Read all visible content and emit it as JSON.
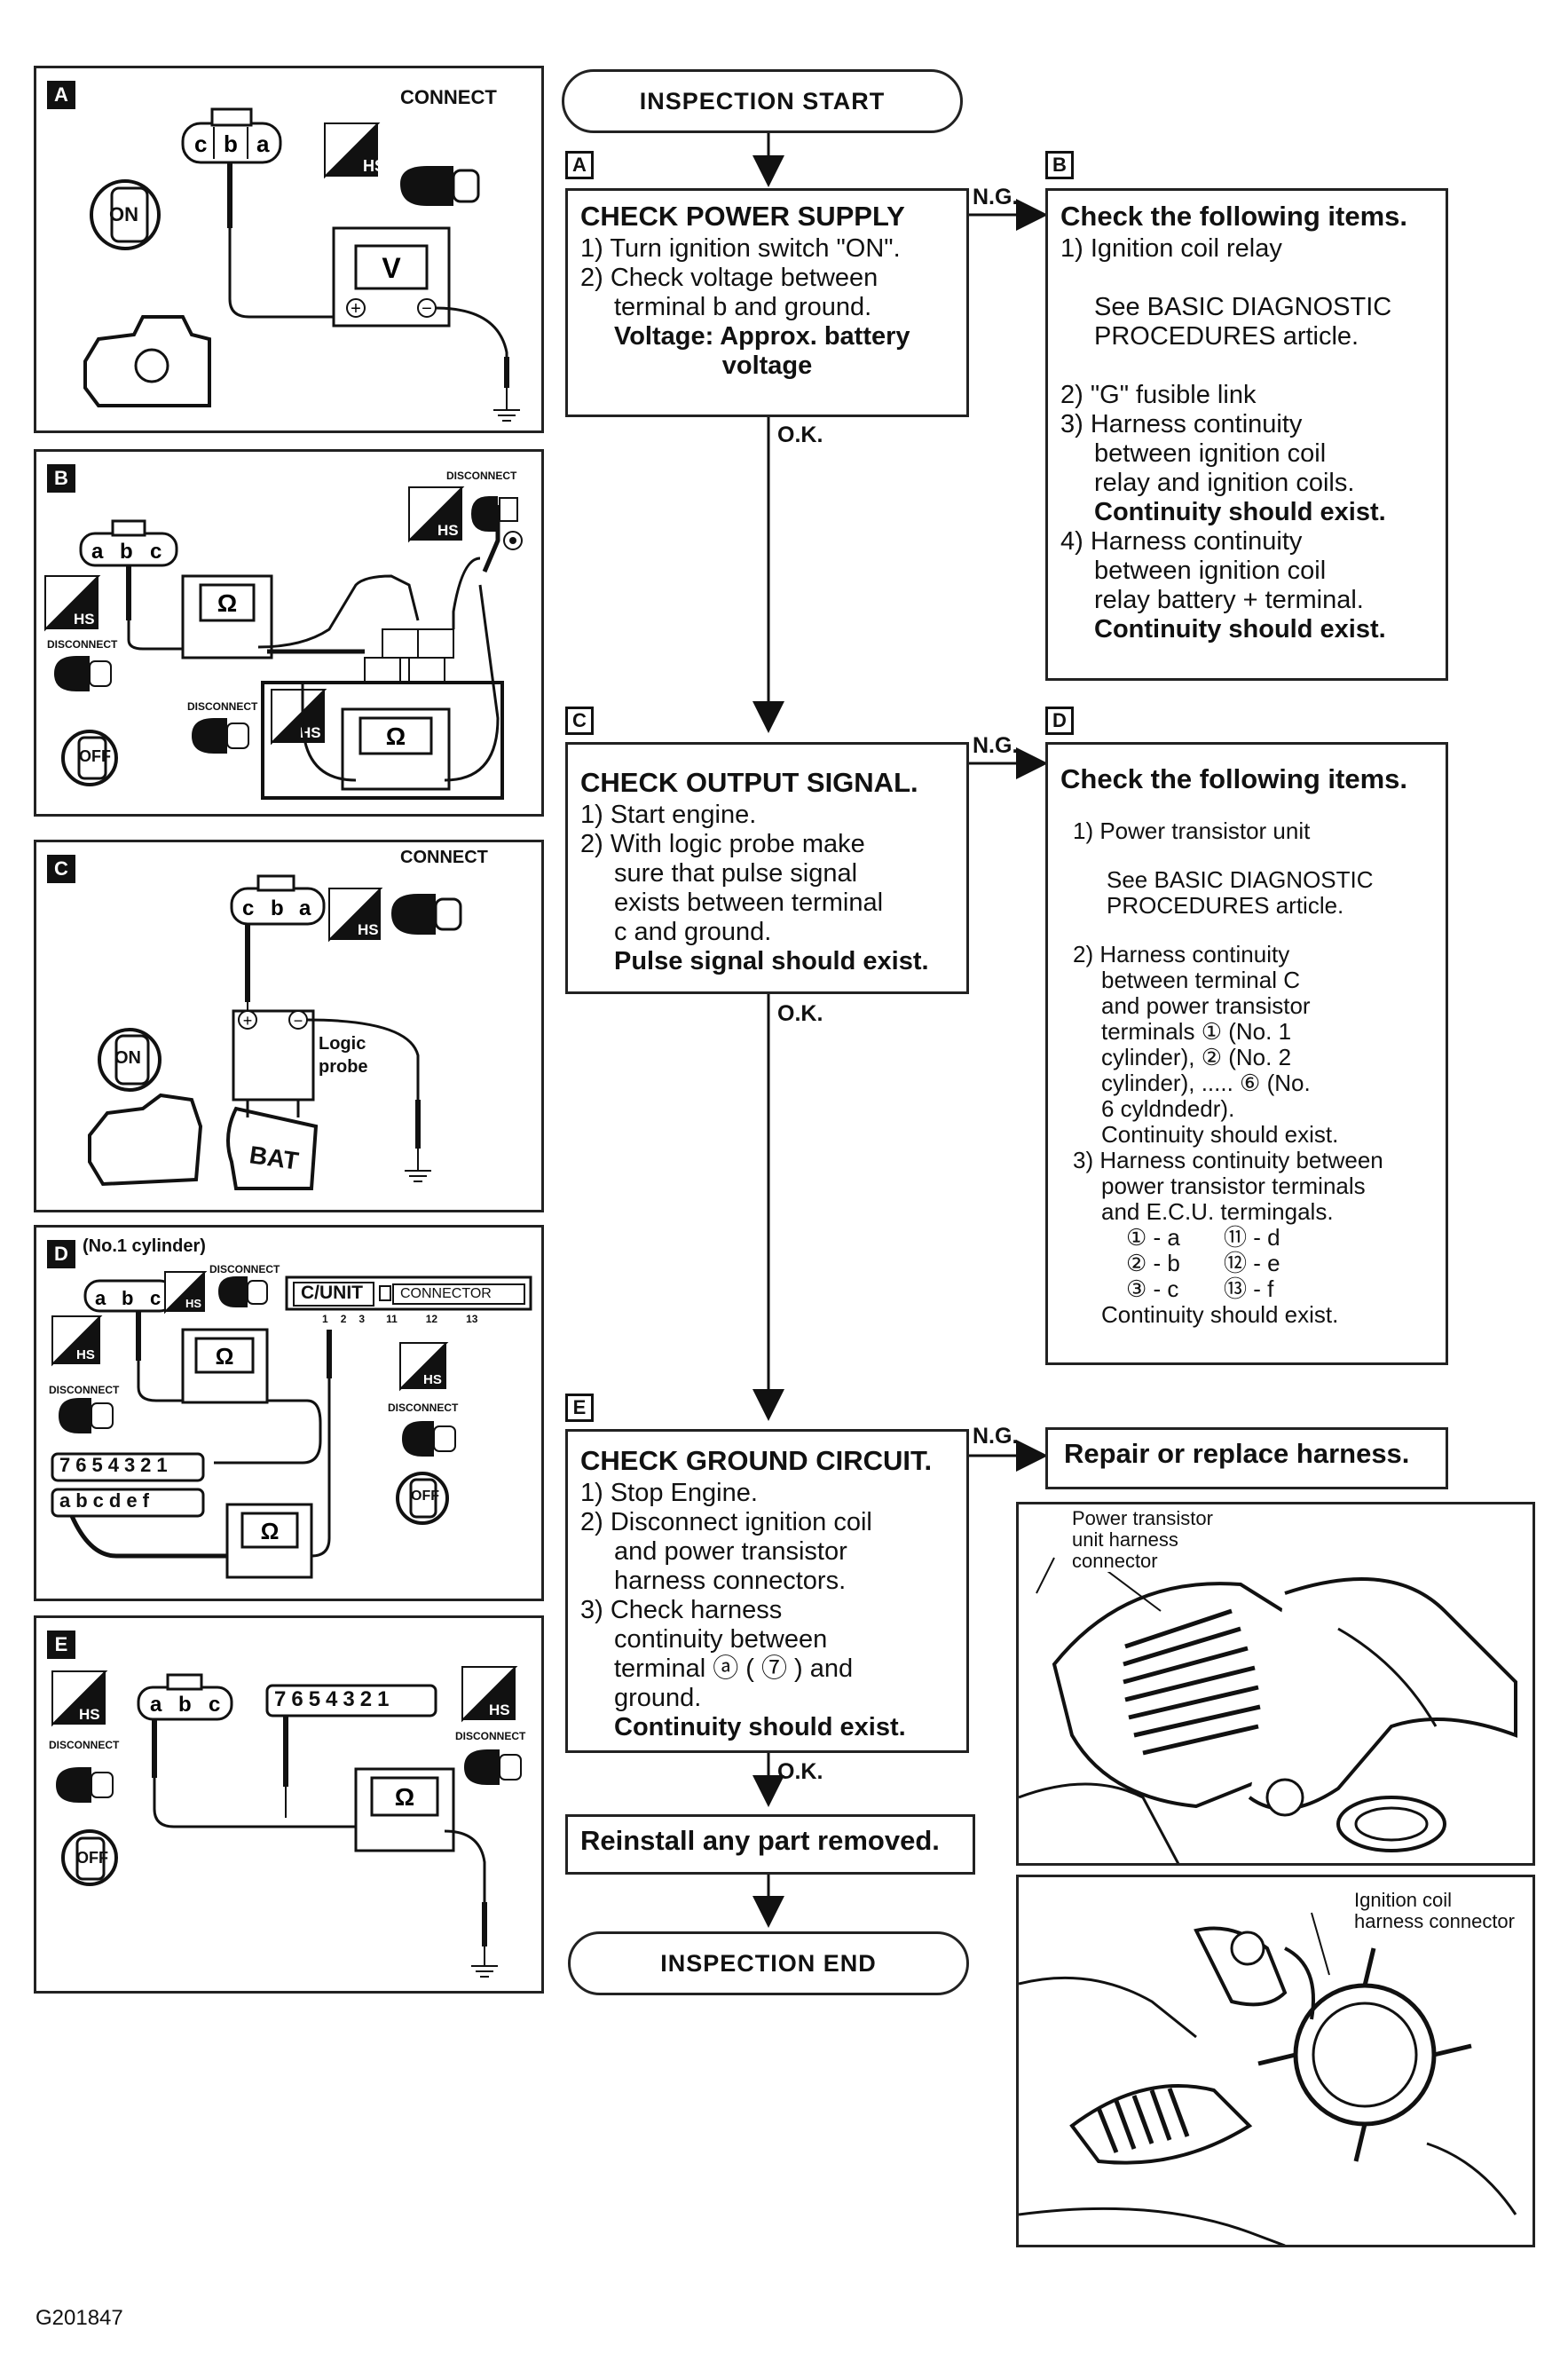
{
  "flow": {
    "start": "INSPECTION START",
    "end": "INSPECTION END",
    "ng": "N.G.",
    "ok": "O.K."
  },
  "steps": {
    "A": {
      "tag": "A",
      "title": "CHECK POWER SUPPLY",
      "lines": [
        "1) Turn ignition switch \"ON\".",
        "2) Check voltage between",
        "terminal b and ground."
      ],
      "bold": [
        "Voltage: Approx. battery",
        "voltage"
      ]
    },
    "B": {
      "tag": "B",
      "title": "Check the following items.",
      "l1": "1) Ignition coil relay",
      "ref1": "See BASIC DIAGNOSTIC",
      "ref2": "PROCEDURES article.",
      "l2": "2) \"G\" fusible link",
      "l3a": "3) Harness continuity",
      "l3b": "between ignition coil",
      "l3c": "relay and ignition coils.",
      "l3d": "Continuity should exist.",
      "l4a": "4) Harness continuity",
      "l4b": "between ignition coil",
      "l4c": "relay battery +  terminal.",
      "l4d": "Continuity should exist."
    },
    "C": {
      "tag": "C",
      "title": "CHECK OUTPUT SIGNAL.",
      "lines": [
        "1) Start engine.",
        "2) With logic probe make",
        "sure that pulse signal",
        "exists between terminal",
        "c and ground."
      ],
      "bold": "Pulse signal should exist."
    },
    "D": {
      "tag": "D",
      "title": "Check the following items.",
      "l1": "1) Power transistor unit",
      "ref1": "See BASIC DIAGNOSTIC",
      "ref2": "PROCEDURES article.",
      "l2": [
        "2) Harness continuity",
        "between terminal  C",
        "and power transistor",
        "terminals ① (No. 1",
        "cylinder), ② (No. 2",
        "cylinder), ..... ⑥  (No.",
        "6 cyldndedr).",
        "Continuity should exist."
      ],
      "l3": [
        "3) Harness continuity between",
        "power transistor terminals",
        "and E.C.U. termingals."
      ],
      "pairs": [
        "① - a",
        "⑪ - d",
        "② - b",
        "⑫ - e",
        "③ - c",
        "⑬ - f"
      ],
      "end": "Continuity should exist."
    },
    "E": {
      "tag": "E",
      "title": "CHECK GROUND CIRCUIT.",
      "lines": [
        "1) Stop Engine.",
        "2) Disconnect ignition coil",
        "and power transistor",
        "harness connectors.",
        "3) Check harness",
        "continuity between",
        "terminal ⓐ ( ⑦ ) and",
        "ground."
      ],
      "bold": "Continuity should exist."
    },
    "repair": "Repair or replace harness.",
    "reinstall": "Reinstall any part removed."
  },
  "panels": {
    "A": {
      "tag": "A",
      "connect": "CONNECT",
      "meter": "V",
      "key": "ON",
      "hs": "HS",
      "conn": [
        "c",
        "b",
        "a"
      ]
    },
    "B": {
      "tag": "B",
      "disconnect": "DISCONNECT",
      "meter": "Ω",
      "key": "OFF",
      "hs": "HS",
      "conn": [
        "a",
        "b",
        "c"
      ]
    },
    "C": {
      "tag": "C",
      "connect": "CONNECT",
      "probe": "Logic\nprobe",
      "bat": "BAT",
      "key": "ON",
      "hs": "HS",
      "conn": [
        "c",
        "b",
        "a"
      ]
    },
    "D": {
      "tag": "D",
      "title": "(No.1 cylinder)",
      "disconnect": "DISCONNECT",
      "cunit": "C/UNIT",
      "connector": "CONNECTOR",
      "pins": [
        "1",
        "2",
        "3",
        "11",
        "12",
        "13"
      ],
      "row1": "7654321",
      "row2": "abcdef",
      "meter": "Ω",
      "key": "OFF",
      "hs": "HS"
    },
    "E": {
      "tag": "E",
      "disconnect": "DISCONNECT",
      "meter": "Ω",
      "key": "OFF",
      "hs": "HS",
      "row": "7654321",
      "conn": [
        "a",
        "b",
        "c"
      ]
    }
  },
  "photos": {
    "top_caption": "Power transistor\nunit harness\nconnector",
    "bottom_caption": "Ignition coil\nharness connector"
  },
  "figure_id": "G201847"
}
